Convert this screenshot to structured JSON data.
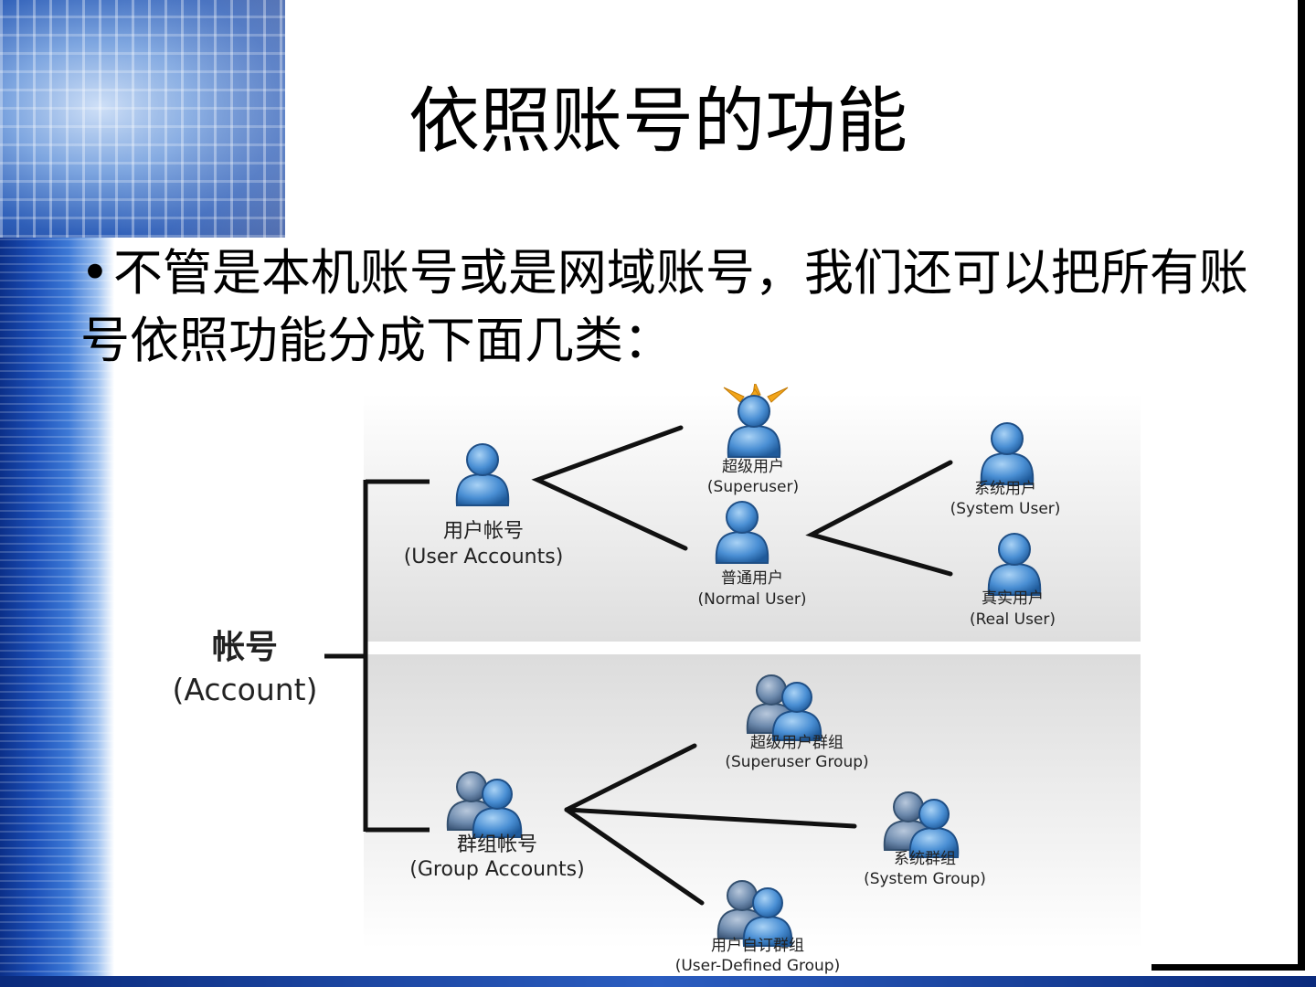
{
  "slide": {
    "title": "依照账号的功能",
    "bullet_symbol": "•",
    "bullet_text": "不管是本机账号或是网域账号，我们还可以把所有账号依照功能分成下面几类："
  },
  "diagram": {
    "root": {
      "zh": "帐号",
      "en": "(Account)"
    },
    "user_accounts": {
      "zh": "用户帐号",
      "en": "(User Accounts)"
    },
    "superuser": {
      "zh": "超级用户",
      "en": "(Superuser)"
    },
    "normal_user": {
      "zh": "普通用户",
      "en": "(Normal User)"
    },
    "system_user": {
      "zh": "系统用户",
      "en": "(System User)"
    },
    "real_user": {
      "zh": "真实用户",
      "en": "(Real User)"
    },
    "group_accounts": {
      "zh": "群组帐号",
      "en": "(Group Accounts)"
    },
    "superuser_group": {
      "zh": "超级用户群组",
      "en": "(Superuser Group)"
    },
    "system_group": {
      "zh": "系统群组",
      "en": "(System Group)"
    },
    "user_defined_group": {
      "zh": "用户自订群组",
      "en": "(User-Defined Group)"
    }
  },
  "colors": {
    "user_icon": "#4a8fd4",
    "group_icon_back": "#5f7fa3",
    "panel_gray": "#e6e6e6",
    "line": "#111111",
    "star": "#f2a51a"
  }
}
